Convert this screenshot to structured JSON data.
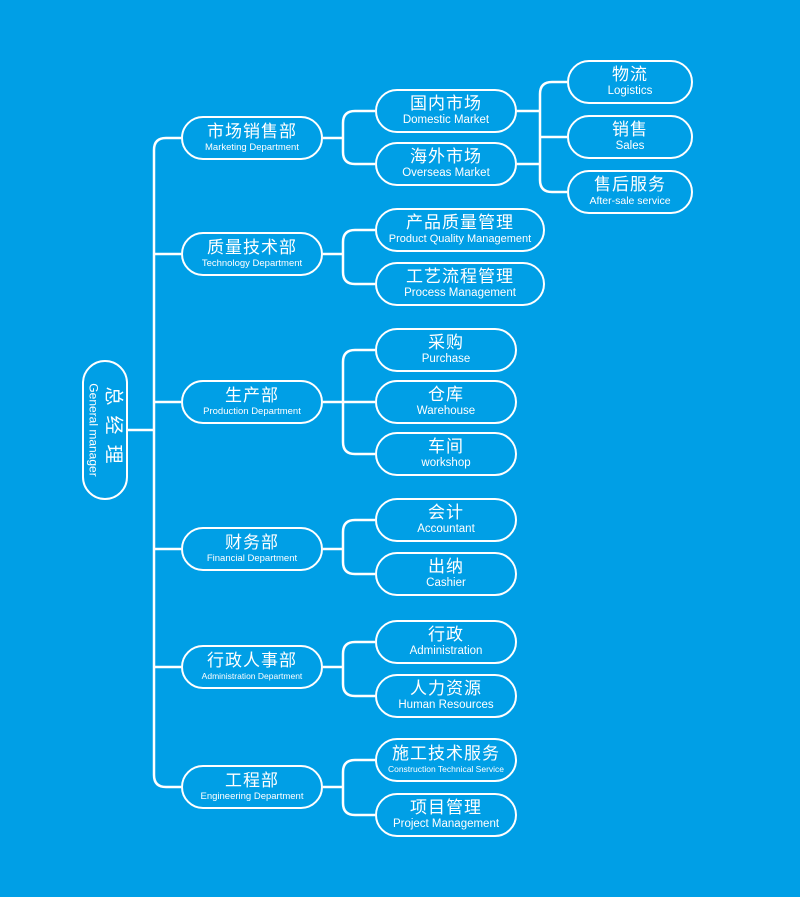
{
  "colors": {
    "background": "#009fe6",
    "line": "#ffffff"
  },
  "root": {
    "zh": "总经理",
    "en": "General manager"
  },
  "departments": [
    {
      "zh": "市场销售部",
      "en": "Marketing Department",
      "children": [
        {
          "zh": "国内市场",
          "en": "Domestic Market"
        },
        {
          "zh": "海外市场",
          "en": "Overseas Market"
        }
      ],
      "sub_children": [
        {
          "zh": "物流",
          "en": "Logistics"
        },
        {
          "zh": "销售",
          "en": "Sales"
        },
        {
          "zh": "售后服务",
          "en": "After-sale service"
        }
      ]
    },
    {
      "zh": "质量技术部",
      "en": "Technology Department",
      "children": [
        {
          "zh": "产品质量管理",
          "en": "Product Quality Management"
        },
        {
          "zh": "工艺流程管理",
          "en": "Process Management"
        }
      ]
    },
    {
      "zh": "生产部",
      "en": "Production Department",
      "children": [
        {
          "zh": "采购",
          "en": "Purchase"
        },
        {
          "zh": "仓库",
          "en": "Warehouse"
        },
        {
          "zh": "车间",
          "en": "workshop"
        }
      ]
    },
    {
      "zh": "财务部",
      "en": "Financial Department",
      "children": [
        {
          "zh": "会计",
          "en": "Accountant"
        },
        {
          "zh": "出纳",
          "en": "Cashier"
        }
      ]
    },
    {
      "zh": "行政人事部",
      "en": "Administration Department",
      "children": [
        {
          "zh": "行政",
          "en": "Administration"
        },
        {
          "zh": "人力资源",
          "en": "Human Resources"
        }
      ]
    },
    {
      "zh": "工程部",
      "en": "Engineering Department",
      "children": [
        {
          "zh": "施工技术服务",
          "en": "Construction Technical Service"
        },
        {
          "zh": "项目管理",
          "en": "Project Management"
        }
      ]
    }
  ]
}
